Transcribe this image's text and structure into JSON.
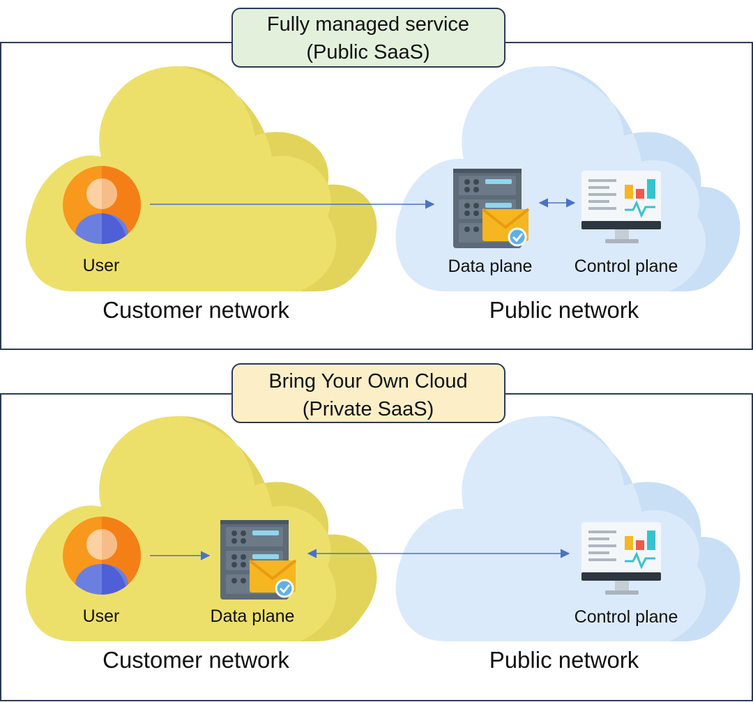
{
  "colors": {
    "customer_cloud": "#ede06a",
    "customer_cloud_shade": "#e2d45a",
    "public_cloud": "#dbeafa",
    "public_cloud_shade": "#c9dff6",
    "public_title_bg": "#e3f1dc",
    "private_title_bg": "#fcefc7",
    "border": "#2b3a55",
    "arrow": "#4a72c4"
  },
  "panels": [
    {
      "title_line1": "Fully managed service",
      "title_line2": "(Public SaaS)",
      "customer_network_label": "Customer network",
      "public_network_label": "Public network",
      "user_label": "User",
      "data_plane_label": "Data plane",
      "control_plane_label": "Control plane",
      "data_plane_location": "public"
    },
    {
      "title_line1": "Bring Your Own Cloud",
      "title_line2": "(Private SaaS)",
      "customer_network_label": "Customer network",
      "public_network_label": "Public network",
      "user_label": "User",
      "data_plane_label": "Data plane",
      "control_plane_label": "Control plane",
      "data_plane_location": "customer"
    }
  ]
}
